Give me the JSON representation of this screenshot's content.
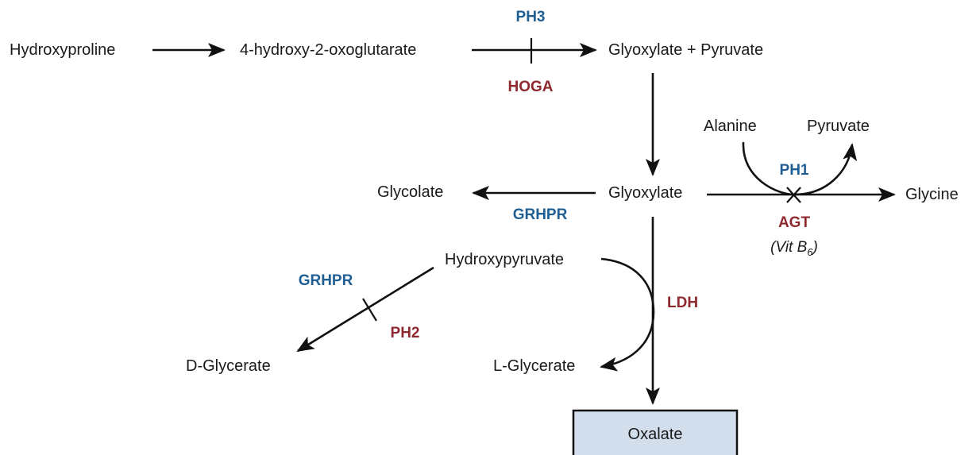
{
  "nodes": {
    "hydroxyproline": "Hydroxyproline",
    "hydroxy_oxoglutarate": "4-hydroxy-2-oxoglutarate",
    "glyoxylate_pyruvate": "Glyoxylate + Pyruvate",
    "alanine": "Alanine",
    "pyruvate": "Pyruvate",
    "glycolate": "Glycolate",
    "glyoxylate": "Glyoxylate",
    "glycine": "Glycine",
    "hydroxypyruvate": "Hydroxypyruvate",
    "d_glycerate": "D-Glycerate",
    "l_glycerate": "L-Glycerate",
    "oxalate": "Oxalate"
  },
  "enzymes": {
    "ph3": "PH3",
    "hoga": "HOGA",
    "ph1": "PH1",
    "agt": "AGT",
    "grhpr_top": "GRHPR",
    "grhpr_left": "GRHPR",
    "ph2": "PH2",
    "ldh": "LDH"
  },
  "cofactor": {
    "prefix": "(Vit B",
    "subscript": "6",
    "suffix": ")"
  },
  "colors": {
    "disease_blue": "#1f5f93",
    "enzyme_red": "#8e2a2f",
    "oxalate_box": "#d3deec"
  }
}
